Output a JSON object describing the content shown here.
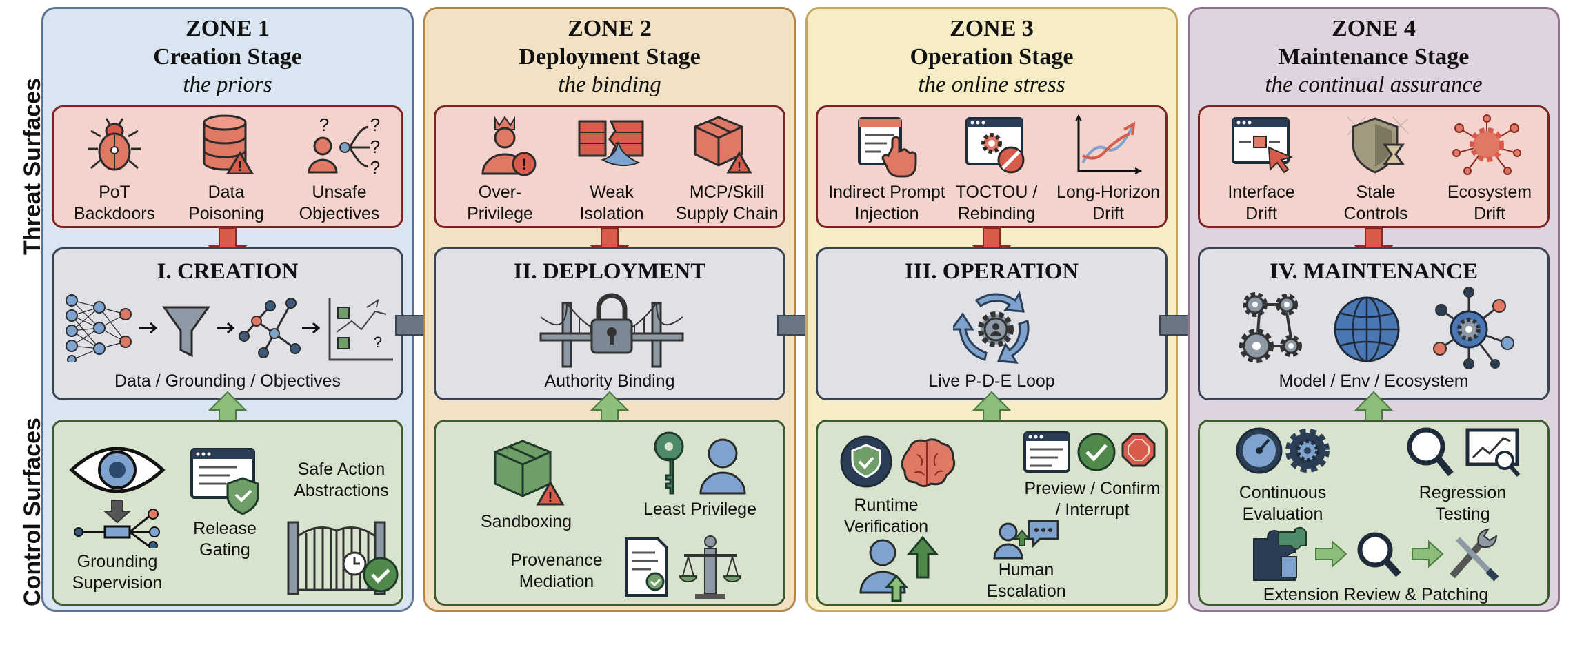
{
  "side_labels": {
    "threat": "Threat Surfaces",
    "control": "Control Surfaces"
  },
  "zones": [
    {
      "zone": "ZONE 1",
      "stage": "Creation Stage",
      "subtitle": "the priors",
      "threats": [
        {
          "l1": "PoT",
          "l2": "Backdoors"
        },
        {
          "l1": "Data",
          "l2": "Poisoning"
        },
        {
          "l1": "Unsafe",
          "l2": "Objectives"
        }
      ],
      "core_title": "I. CREATION",
      "core_caption": "Data / Grounding / Objectives",
      "controls": [
        {
          "l1": "Grounding",
          "l2": "Supervision"
        },
        {
          "l1": "Release",
          "l2": "Gating"
        },
        {
          "l1": "Safe Action",
          "l2": "Abstractions"
        }
      ]
    },
    {
      "zone": "ZONE 2",
      "stage": "Deployment Stage",
      "subtitle": "the binding",
      "threats": [
        {
          "l1": "Over-",
          "l2": "Privilege"
        },
        {
          "l1": "Weak",
          "l2": "Isolation"
        },
        {
          "l1": "MCP/Skill",
          "l2": "Supply Chain"
        }
      ],
      "core_title": "II. DEPLOYMENT",
      "core_caption": "Authority Binding",
      "controls": [
        {
          "l1": "Sandboxing",
          "l2": ""
        },
        {
          "l1": "Least Privilege",
          "l2": ""
        },
        {
          "l1": "Provenance",
          "l2": "Mediation"
        }
      ]
    },
    {
      "zone": "ZONE 3",
      "stage": "Operation Stage",
      "subtitle": "the online stress",
      "threats": [
        {
          "l1": "Indirect Prompt",
          "l2": "Injection"
        },
        {
          "l1": "TOCTOU /",
          "l2": "Rebinding"
        },
        {
          "l1": "Long-Horizon",
          "l2": "Drift"
        }
      ],
      "core_title": "III. OPERATION",
      "core_caption": "Live P-D-E Loop",
      "controls": [
        {
          "l1": "Runtime",
          "l2": "Verification"
        },
        {
          "l1": "Preview / Confirm",
          "l2": "/ Interrupt"
        },
        {
          "l1": "Human",
          "l2": "Escalation"
        }
      ]
    },
    {
      "zone": "ZONE 4",
      "stage": "Maintenance Stage",
      "subtitle": "the continual assurance",
      "threats": [
        {
          "l1": "Interface",
          "l2": "Drift"
        },
        {
          "l1": "Stale",
          "l2": "Controls"
        },
        {
          "l1": "Ecosystem",
          "l2": "Drift"
        }
      ],
      "core_title": "IV. MAINTENANCE",
      "core_caption": "Model / Env / Ecosystem",
      "controls": [
        {
          "l1": "Continuous",
          "l2": "Evaluation"
        },
        {
          "l1": "Regression",
          "l2": "Testing"
        },
        {
          "l1": "Extension Review & Patching",
          "l2": ""
        }
      ]
    }
  ],
  "colors": {
    "zone1_bg": "#d9e5f1",
    "zone1_border": "#5d7592",
    "zone2_bg": "#f3e1c4",
    "zone2_border": "#b08746",
    "zone3_bg": "#f6edc4",
    "zone3_border": "#c2a860",
    "zone4_bg": "#e0d3e0",
    "zone4_border": "#8f7590",
    "threat_red": "#e07866",
    "control_green": "#6f9e68",
    "core_blue": "#7ea3cf"
  }
}
